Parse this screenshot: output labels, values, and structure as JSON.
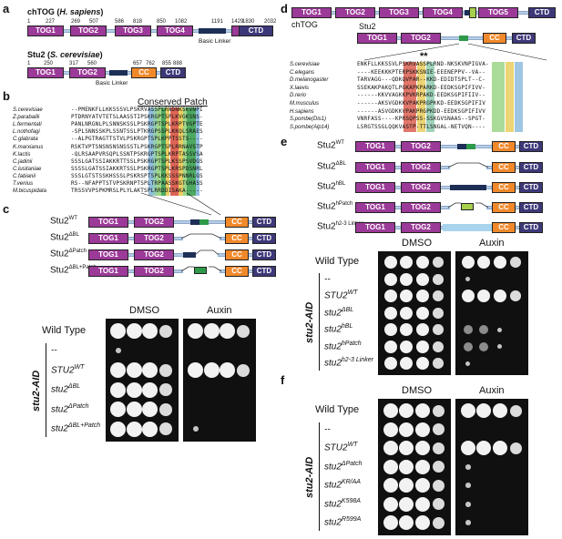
{
  "panels": {
    "a": "a",
    "b": "b",
    "c": "c",
    "d": "d",
    "e": "e",
    "f": "f"
  },
  "panel_a": {
    "chtog_title": "chTOG (",
    "chtog_species": "H. sapiens",
    "chtog_close": ")",
    "stu2_title": "Stu2 (",
    "stu2_species": "S. cerevisiae",
    "stu2_close": ")",
    "chtog_numbers": [
      "1",
      "227",
      "269",
      "507",
      "586",
      "818",
      "850",
      "1082",
      "1191",
      "1429",
      "1830",
      "2032"
    ],
    "chtog_domains": [
      "TOG1",
      "TOG2",
      "TOG3",
      "TOG4",
      "TOG5",
      "CTD"
    ],
    "chtog_linker": "Basic Linker",
    "stu2_numbers": [
      "1",
      "250",
      "317",
      "560",
      "657",
      "762",
      "855",
      "888"
    ],
    "stu2_domains": [
      "TOG1",
      "TOG2",
      "CC",
      "CTD"
    ],
    "stu2_linker": "Basic Linker"
  },
  "panel_b": {
    "title": "Conserved Patch",
    "species": [
      "S.cerevisiae",
      "Z.parabailii",
      "L.fermentati",
      "L.nothofagi",
      "C.glabrata",
      "K.marxianus",
      "K.lactis",
      "C.jadinii",
      "C.lusitaniae",
      "C.fabianii",
      "T.venius",
      "M.bicuspidata"
    ],
    "seqs": [
      "--PMENKFLLKKSSSVLPSKRVASSPLRNDNKSKVNPI",
      "PTDRNYATVTETSLAASSTIPSKRGPTSPLKVGKSNS-",
      "PANLNRGNLPLSNNSKSSLPSKRGPTSPLKRPTVGPTE",
      "-SPLSNNSSKPLSSNTSSLPTKRGPSSPLKKQLSRAES",
      "--ALPGTRAGTTSTVLPSKRGPTSPLKPPTSSTS----",
      "RSKTVPTSNSNSNSNSSSTLPSKRGPTSPLRRNAVSTP",
      "-QLRSAAPVRSQPLSSNTPSKRGPTSPLKRPTASSVSA",
      "SSSLGATSSIAKKRTTSSLPSKRGPTSPLKSSPSVDGS",
      "SSSSLGATSSIAKKRTSSLPSKRGPTSPLKRSPDSNRL",
      "SSSLGTSTSSKHSSSLPSKRSPTSPLKKSSSPNNRLGS",
      "RS--NFAPPTSTVPSKRNPTSPLTRPAASSKGTGHASS",
      "TRSSVVPSPKMRSLPLYLAKTSPLRRDDISAKA-----"
    ]
  },
  "panel_c": {
    "constructs": [
      {
        "name": "Stu2",
        "sup": "WT"
      },
      {
        "name": "Stu2",
        "sup": "ΔBL"
      },
      {
        "name": "Stu2",
        "sup": "ΔPatch"
      },
      {
        "name": "Stu2",
        "sup": "ΔBL+Patch"
      }
    ],
    "domain_labels": {
      "tog1": "TOG1",
      "tog2": "TOG2",
      "cc": "CC",
      "ctd": "CTD"
    },
    "wild_type": "Wild Type",
    "dmso": "DMSO",
    "auxin": "Auxin",
    "strain_group": "stu2-AID",
    "rows": [
      {
        "label": "--",
        "sup": ""
      },
      {
        "label": "STU2",
        "sup": "WT"
      },
      {
        "label": "stu2",
        "sup": "ΔBL"
      },
      {
        "label": "stu2",
        "sup": "ΔPatch"
      },
      {
        "label": "stu2",
        "sup": "ΔBL+Patch"
      }
    ],
    "dmso_growth": [
      [
        4,
        4,
        4,
        3
      ],
      [
        1,
        0,
        0,
        0
      ],
      [
        4,
        4,
        4,
        3
      ],
      [
        4,
        4,
        4,
        3
      ],
      [
        4,
        4,
        4,
        3
      ],
      [
        4,
        4,
        4,
        3
      ]
    ],
    "auxin_growth": [
      [
        4,
        4,
        4,
        3
      ],
      [
        0,
        0,
        0,
        0
      ],
      [
        4,
        4,
        4,
        3
      ],
      [
        0,
        0,
        0,
        0
      ],
      [
        0,
        0,
        0,
        0
      ],
      [
        1,
        0,
        0,
        0
      ]
    ]
  },
  "panel_d": {
    "chtog_label": "chTOG",
    "stu2_label": "Stu2",
    "chtog_domains": [
      "TOG1",
      "TOG2",
      "TOG3",
      "TOG4",
      "TOG5",
      "CTD"
    ],
    "stu2_domains": [
      "TOG1",
      "TOG2",
      "CC",
      "CTD"
    ],
    "stars": "**",
    "species": [
      "S.cerevisiae",
      "C.elegans",
      "D.melanogaster",
      "X.laevis",
      "D.rerio",
      "M.musculus",
      "H.sapiens",
      "S.pombe(Dis1)",
      "S.pombe(Alp14)"
    ],
    "seqs": [
      "ENKFLLKKSSVLPSKRVASSPLRND-NKSKVNPIGVA-",
      "----KEEKKKPTERPSKKSNIE-EEENEPPV--VA--",
      "TARVAGG---QDKQVPAR--KKD-EDIDTSPLT--C-",
      "SSEKAKPAKQTLPGKAPKPARKD-EEDKSGPIFIVV-",
      "------KKVVAGKKPVKRPAKD-EEDKSGPIFIIV--",
      "------AKSVGDKKVPAKPRGPKKD-EEDKSGPIFIV",
      "------ASVGDKKVPAKPRGPKDD-EEDKSGPIFIVV",
      "VNRFASS----KPRSQPSS-SSKGVSNAAS--SPGT-",
      "LSRGTSSGLQQKVASTP-TTLSNGAL-NETVQN----"
    ]
  },
  "panel_e": {
    "constructs": [
      {
        "name": "Stu2",
        "sup": "WT"
      },
      {
        "name": "Stu2",
        "sup": "ΔBL"
      },
      {
        "name": "Stu2",
        "sup": "hBL"
      },
      {
        "name": "Stu2",
        "sup": "hPatch"
      },
      {
        "name": "Stu2",
        "sup": "h2-3 Linker"
      }
    ],
    "domain_labels": {
      "tog1": "TOG1",
      "tog2": "TOG2",
      "cc": "CC",
      "ctd": "CTD"
    },
    "wild_type": "Wild Type",
    "dmso": "DMSO",
    "auxin": "Auxin",
    "strain_group": "stu2-AID",
    "rows": [
      {
        "label": "--",
        "sup": ""
      },
      {
        "label": "STU2",
        "sup": "WT"
      },
      {
        "label": "stu2",
        "sup": "ΔBL"
      },
      {
        "label": "stu2",
        "sup": "hBL"
      },
      {
        "label": "stu2",
        "sup": "hPatch"
      },
      {
        "label": "stu2",
        "sup": "h2-3 Linker"
      }
    ],
    "dmso_growth": [
      [
        4,
        4,
        4,
        3
      ],
      [
        4,
        4,
        4,
        3
      ],
      [
        4,
        4,
        4,
        3
      ],
      [
        4,
        4,
        4,
        3
      ],
      [
        4,
        4,
        4,
        3
      ],
      [
        4,
        4,
        4,
        3
      ],
      [
        4,
        4,
        4,
        3
      ]
    ],
    "auxin_growth": [
      [
        4,
        4,
        4,
        3
      ],
      [
        1,
        0,
        0,
        0
      ],
      [
        4,
        4,
        4,
        3
      ],
      [
        0,
        0,
        0,
        0
      ],
      [
        2,
        2,
        1,
        0
      ],
      [
        2,
        2,
        1,
        0
      ],
      [
        1,
        0,
        0,
        0
      ]
    ]
  },
  "panel_f": {
    "wild_type": "Wild Type",
    "dmso": "DMSO",
    "auxin": "Auxin",
    "strain_group": "stu2-AID",
    "rows": [
      {
        "label": "--",
        "sup": ""
      },
      {
        "label": "STU2",
        "sup": "WT"
      },
      {
        "label": "stu2",
        "sup": "ΔPatch"
      },
      {
        "label": "stu2",
        "sup": "KR/AA"
      },
      {
        "label": "stu2",
        "sup": "K598A"
      },
      {
        "label": "stu2",
        "sup": "R599A"
      }
    ],
    "dmso_growth": [
      [
        4,
        4,
        4,
        3
      ],
      [
        4,
        4,
        4,
        3
      ],
      [
        4,
        4,
        4,
        3
      ],
      [
        4,
        4,
        4,
        3
      ],
      [
        4,
        4,
        4,
        3
      ],
      [
        4,
        4,
        4,
        3
      ],
      [
        4,
        4,
        4,
        3
      ]
    ],
    "auxin_growth": [
      [
        4,
        4,
        4,
        3
      ],
      [
        0,
        0,
        0,
        0
      ],
      [
        4,
        4,
        4,
        3
      ],
      [
        1,
        0,
        0,
        0
      ],
      [
        1,
        0,
        0,
        0
      ],
      [
        1,
        0,
        0,
        0
      ],
      [
        1,
        0,
        0,
        0
      ]
    ]
  },
  "colors": {
    "tog": "#9b3a98",
    "ctd": "#3d3878",
    "cc": "#f1892b",
    "linker": "#b8cde6",
    "patch": "#2e9a49",
    "hpatch": "#a6cf4c",
    "plate": "#101010"
  }
}
